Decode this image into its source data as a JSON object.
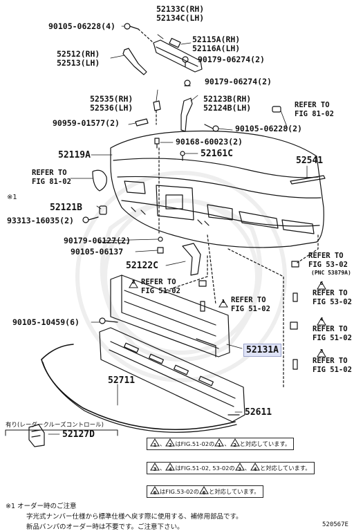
{
  "parts": {
    "p52133C": "52133C(RH)",
    "p52134C": "52134C(LH)",
    "p90105_06228_top": "90105-06228(4)",
    "p52115A": "52115A(RH)",
    "p52116A": "52116A(LH)",
    "p52512": "52512(RH)",
    "p52513": "52513(LH)",
    "p90179_06274_a": "90179-06274(2)",
    "p90179_06274_b": "90179-06274(2)",
    "p52535": "52535(RH)",
    "p52536": "52536(LH)",
    "p52123B": "52123B(RH)",
    "p52124B": "52124B(LH)",
    "p90959": "90959-01577(2)",
    "p90105_06228_mid": "90105-06228(2)",
    "p90168": "90168-60023(2)",
    "p52119A": "52119A",
    "p52161C": "52161C",
    "p52541": "52541",
    "p52121B": "52121B",
    "p93313": "93313-16035(2)",
    "p90179_06127": "90179-06127(2)",
    "p90105_06137": "90105-06137",
    "p52122C": "52122C",
    "p90105_10459": "90105-10459(6)",
    "p52131A": "52131A",
    "p52711": "52711",
    "p52611": "52611",
    "p52127D": "52127D"
  },
  "refs": {
    "ref_top_right_1": "REFER TO",
    "ref_top_right_2": "FIG 81-02",
    "ref_left_1": "REFER TO",
    "ref_left_2": "FIG 81-02",
    "ref_5302a_1": "REFER TO",
    "ref_5302a_2": "FIG 53-02",
    "ref_pnc": "(PNC 53879A)",
    "ref_6_1": "REFER TO",
    "ref_6_2": "FIG 53-02",
    "ref_2_1": "REFER TO",
    "ref_2_2": "FIG 51-02",
    "ref_1_1": "REFER TO",
    "ref_1_2": "FIG 51-02",
    "ref_4_1": "REFER TO",
    "ref_4_2": "FIG 51-02",
    "ref_3_1": "REFER TO",
    "ref_3_2": "FIG 51-02"
  },
  "markers": {
    "m1": "1",
    "m2": "2",
    "m3": "3",
    "m4": "4",
    "m6": "6",
    "star": "※1"
  },
  "option_label": "有り(レーダークルーズコントロール)",
  "note_boxes": {
    "box1_a": "はFIG.51-02の",
    "box1_b": "と対応しています。",
    "box2_a": "はFIG.51-02, 53-02の",
    "box2_b": "と対応しています。",
    "box3_a": "はFIG.53-02の",
    "box3_b": "と対応しています。",
    "sep": "、"
  },
  "footnote": {
    "title": "※1 オーダー時のご注意",
    "line1": "字光式ナンバー仕様から標準仕様へ戻す際に使用する、補修用部品です。",
    "line2": "新品バンパのオーダー時は不要です。ご注意下さい。"
  },
  "figure_code": "520567E",
  "colors": {
    "line": "#111111",
    "highlight_bg": "#dfe3f7",
    "watermark": "#ececec"
  }
}
